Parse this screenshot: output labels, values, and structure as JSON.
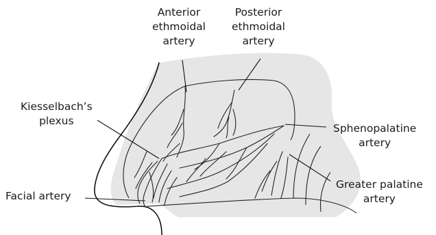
{
  "labels": {
    "anterior_ethmoidal": [
      "Anterior",
      "ethmoidal",
      "artery"
    ],
    "posterior_ethmoidal": [
      "Posterior",
      "ethmoidal",
      "artery"
    ],
    "kiesselbach": [
      "Kiesselbach’s",
      "plexus"
    ],
    "sphenopalatine": [
      "Sphenopalatine",
      "artery"
    ],
    "greater_palatine": [
      "Greater palatine",
      "artery"
    ],
    "facial": [
      "Facial artery"
    ]
  },
  "colors": {
    "background": "#ffffff",
    "septum_fill": "#e6e6e6",
    "line": "#1a1a1a"
  }
}
